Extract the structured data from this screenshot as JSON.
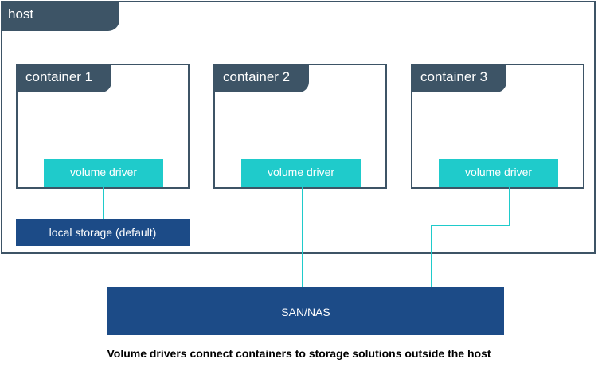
{
  "host": {
    "label": "host"
  },
  "containers": [
    {
      "label": "container 1",
      "driver_label": "volume driver"
    },
    {
      "label": "container 2",
      "driver_label": "volume driver"
    },
    {
      "label": "container 3",
      "driver_label": "volume driver"
    }
  ],
  "local_storage": {
    "label": "local storage (default)"
  },
  "external_storage": {
    "label": "SAN/NAS"
  },
  "caption": "Volume drivers connect containers to storage solutions outside the host",
  "colors": {
    "frame": "#3d5466",
    "driver": "#1fcbcb",
    "storage": "#1c4b87",
    "connector": "#1fcbcb"
  }
}
